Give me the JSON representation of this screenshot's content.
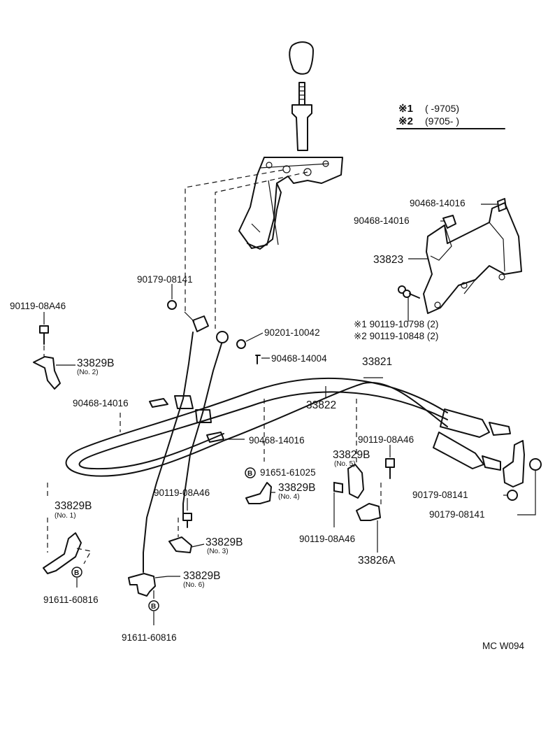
{
  "legend": {
    "row1_mark": "※1",
    "row1_range": "(        -9705)",
    "row2_mark": "※2",
    "row2_range": "(9705-        )"
  },
  "labels": {
    "p90468_14016_a": "90468-14016",
    "p90468_14016_b": "90468-14016",
    "p33823": "33823",
    "p90119_10798": "※1  90119-10798 (2)",
    "p90119_10848": "※2  90119-10848 (2)",
    "p90179_08141_top": "90179-08141",
    "p90119_08A46_left": "90119-08A46",
    "p90201_10042": "90201-10042",
    "p90468_14004": "90468-14004",
    "p33829B_no2": "33829B",
    "no2": "(No. 2)",
    "p33821": "33821",
    "p33822": "33822",
    "p90468_14016_c": "90468-14016",
    "p90468_14016_d": "90468-14016",
    "p90119_08A46_right": "90119-08A46",
    "p33829B_no5": "33829B",
    "no5": "(No. 5)",
    "p91651_61025": "91651-61025",
    "p33829B_no4": "33829B",
    "no4": "(No. 4)",
    "p90119_08A46_mid": "90119-08A46",
    "p33829B_no1": "33829B",
    "no1": "(No. 1)",
    "p90179_08141_r1": "90179-08141",
    "p90179_08141_r2": "90179-08141",
    "p33829B_no3": "33829B",
    "no3": "(No. 3)",
    "p90119_08A46_bot": "90119-08A46",
    "p33826A": "33826A",
    "p33829B_no6": "33829B",
    "no6": "(No. 6)",
    "p91611_60816_a": "91611-60816",
    "p91611_60816_b": "91611-60816",
    "b_mark": "B"
  },
  "figure_code": "MC W094"
}
